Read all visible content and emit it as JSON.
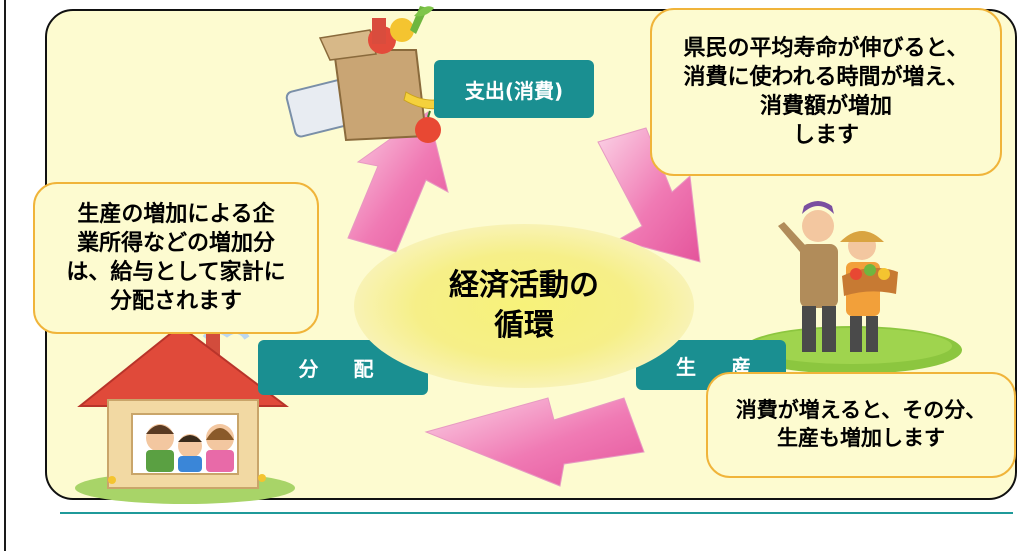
{
  "diagram": {
    "center_label": "経済活動の\n循環",
    "nodes": {
      "shishutsu": "支出(消費)",
      "bunpai": "分 配",
      "seisan": "生 産"
    },
    "callouts": {
      "top_right": "県民の平均寿命が伸びると、\n消費に使われる時間が増え、\n消費額が増加\nします",
      "left": "生産の増加による企\n業所得などの増加分\nは、給与として家計に\n分配されます",
      "bottom_right": "消費が増えると、その分、\n生産も増加します"
    },
    "colors": {
      "panel_bg": "#fdfbd0",
      "label_bg": "#1a8f91",
      "arrow": "#f07ab4",
      "callout_border": "#f0b43a",
      "center_ellipse": "#f7f27a"
    },
    "icons": [
      "grocery-bag-icon",
      "farmers-icon",
      "house-family-icon"
    ]
  }
}
